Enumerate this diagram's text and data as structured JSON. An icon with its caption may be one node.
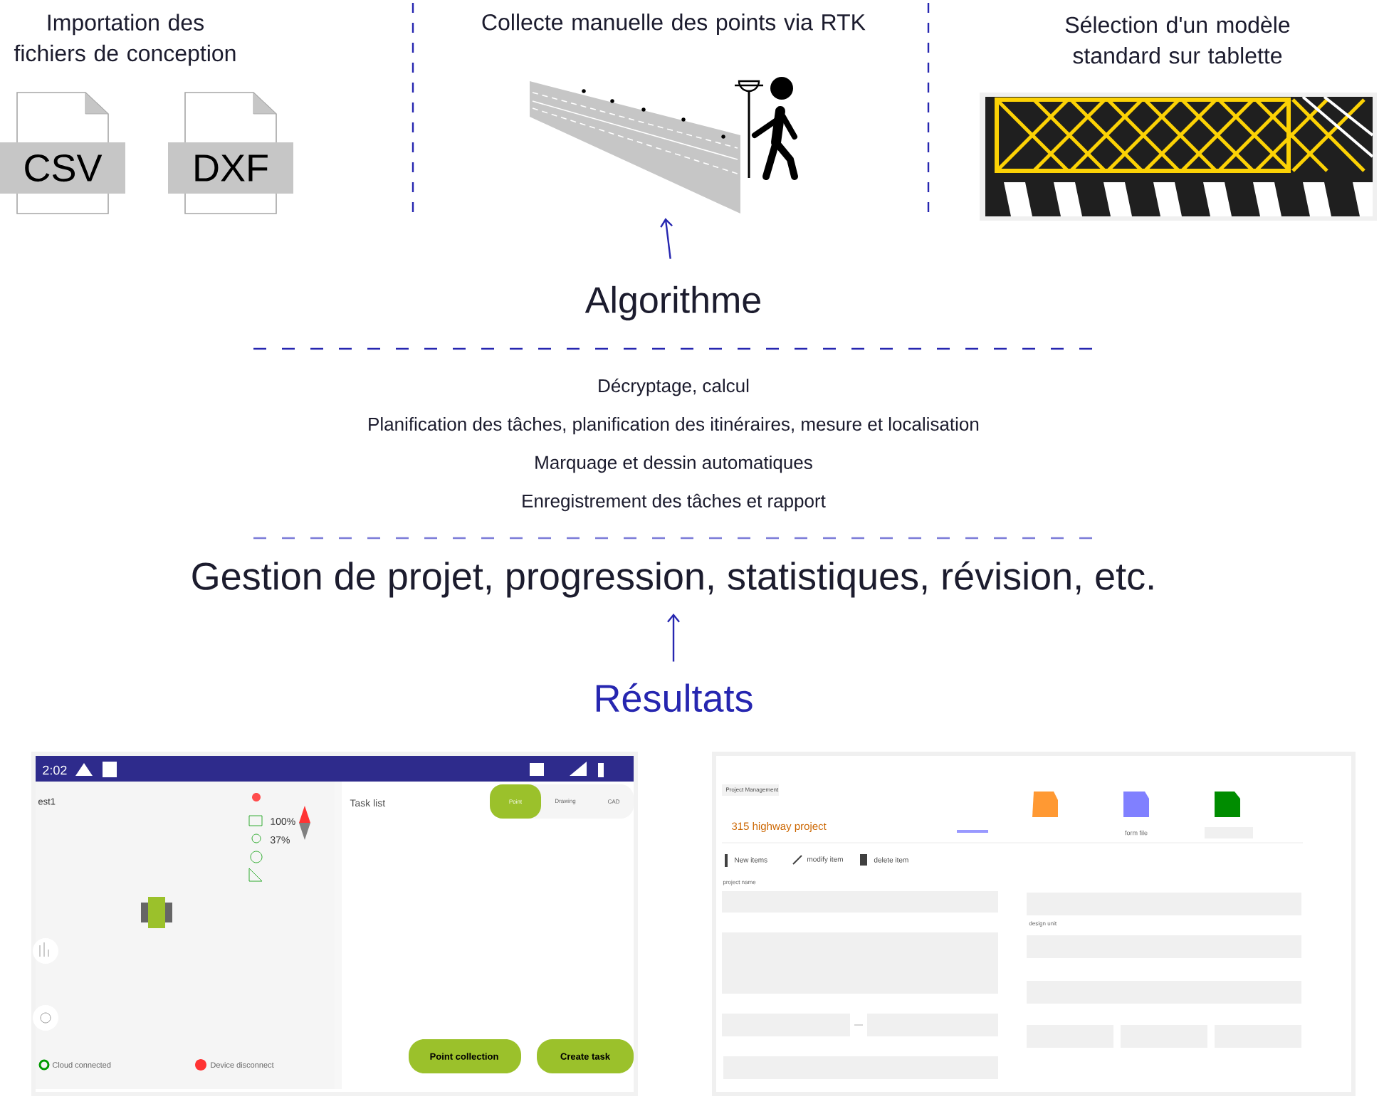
{
  "diagram": {
    "nodes": [
      {
        "text": [
          "Importation des fichiers de conception"
        ]
      },
      {
        "text": [
          "CSV"
        ]
      },
      {
        "text": [
          "DXF"
        ]
      },
      {
        "text": [
          "Collecte manuelle des points via RTK"
        ]
      },
      {
        "text": [],
        "shape": "picture"
      },
      {
        "text": [
          "Sélection d'un modèle standard sur tablette"
        ]
      },
      {
        "text": [],
        "shape": "picture"
      },
      {
        "text": [
          "Algorithme"
        ]
      },
      {
        "text": [
          "Gestion de projet, progression, statistiques, révision, etc."
        ]
      },
      {
        "text": [
          "Résultats"
        ]
      },
      {
        "text": [],
        "shape": "picture"
      },
      {
        "text": [],
        "shape": "picture"
      }
    ],
    "edges": [
      {
        "from": 7,
        "to": 4,
        "arrow": "to"
      },
      {
        "from": 9,
        "to": 8,
        "arrow": "to"
      }
    ],
    "labels": [
      "Décryptage, calcul",
      "Planification des tâches, planification des itinéraires, mesure et localisation",
      "Marquage et dessin automatiques",
      "Enregistrement des tâches et rapport",
      "2:02",
      "est1",
      "100%",
      "37%",
      "Task list",
      "Point",
      "Drawing",
      "CAD",
      "Point collection",
      "Create task",
      "Cloud connected",
      "Device disconnect",
      "Project Management",
      "315 highway project",
      "form file",
      "New items",
      "modify item",
      "delete item",
      "project name",
      "design unit"
    ]
  }
}
